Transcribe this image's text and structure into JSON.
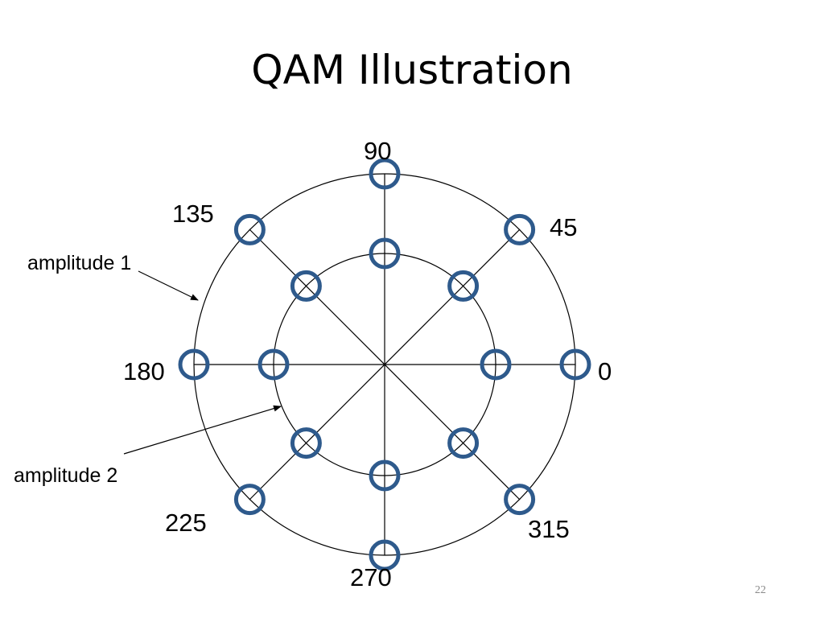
{
  "title": "QAM Illustration",
  "page_number": "22",
  "phase_labels": [
    "0",
    "45",
    "90",
    "135",
    "180",
    "225",
    "270",
    "315"
  ],
  "amplitude_labels": [
    "amplitude 1",
    "amplitude 2"
  ],
  "constellation": {
    "phases_deg": [
      0,
      45,
      90,
      135,
      180,
      225,
      270,
      315
    ],
    "amplitude_levels": 2,
    "point_color": "#2e5a8c",
    "line_color": "#000000"
  }
}
